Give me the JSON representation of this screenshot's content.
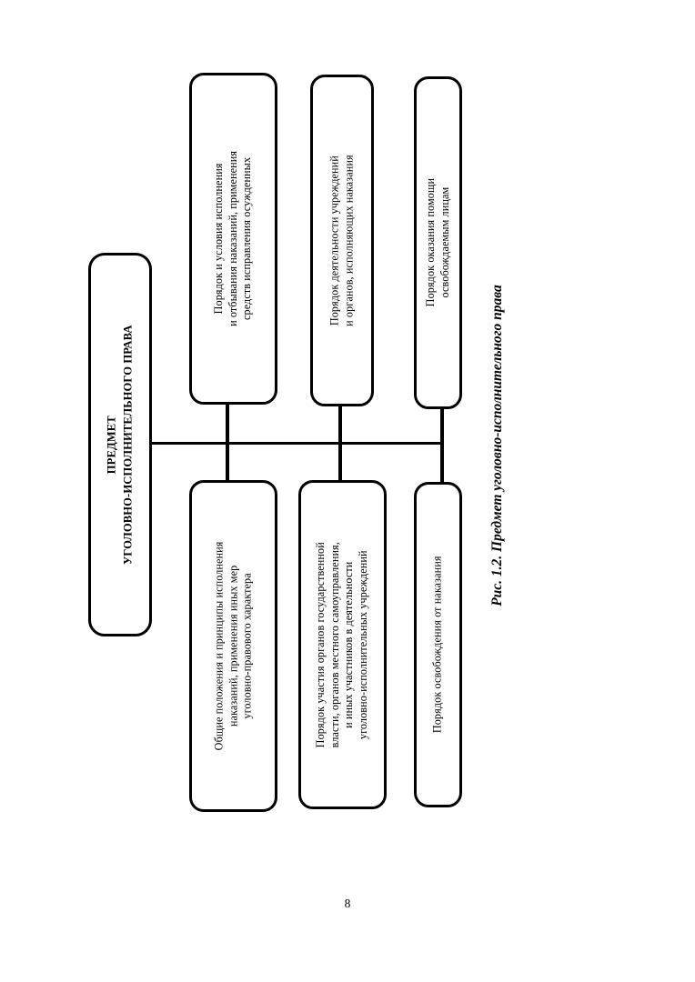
{
  "page": {
    "number": "8",
    "background_color": "#ffffff",
    "ink_color": "#000000"
  },
  "figure": {
    "caption": "Рис. 1.2. Предмет уголовно-исполнительного права",
    "orientation": "rotated-90-ccw",
    "root": {
      "label": "ПРЕДМЕТ\nУГОЛОВНО-ИСПОЛНИТЕЛЬНОГО ПРАВА",
      "line_1": "ПРЕДМЕТ",
      "line_2": "УГОЛОВНО-ИСПОЛНИТЕЛЬНОГО ПРАВА"
    },
    "branches": [
      {
        "id": "node-1",
        "side": "top",
        "column": 1,
        "line_1": "Порядок и условия исполнения",
        "line_2": "и отбывания наказаний, применения",
        "line_3": "средств исправления осужденных"
      },
      {
        "id": "node-2",
        "side": "top",
        "column": 2,
        "line_1": "Порядок деятельности учреждений",
        "line_2": "и органов, исполняющих наказания"
      },
      {
        "id": "node-3",
        "side": "top",
        "column": 3,
        "line_1": "Порядок оказания помощи",
        "line_2": "освобождаемым лицам"
      },
      {
        "id": "node-4",
        "side": "bottom",
        "column": 1,
        "line_1": "Общие положения и принципы исполнения",
        "line_2": "наказаний, применения иных мер",
        "line_3": "уголовно-правового характера"
      },
      {
        "id": "node-5",
        "side": "bottom",
        "column": 2,
        "line_1": "Порядок участия органов государственной",
        "line_2": "власти, органов местного самоуправления,",
        "line_3": "и иных участников в деятельности",
        "line_4": "уголовно-исполнительных учреждений"
      },
      {
        "id": "node-6",
        "side": "bottom",
        "column": 3,
        "line_1": "Порядок освобождения от наказания"
      }
    ]
  }
}
